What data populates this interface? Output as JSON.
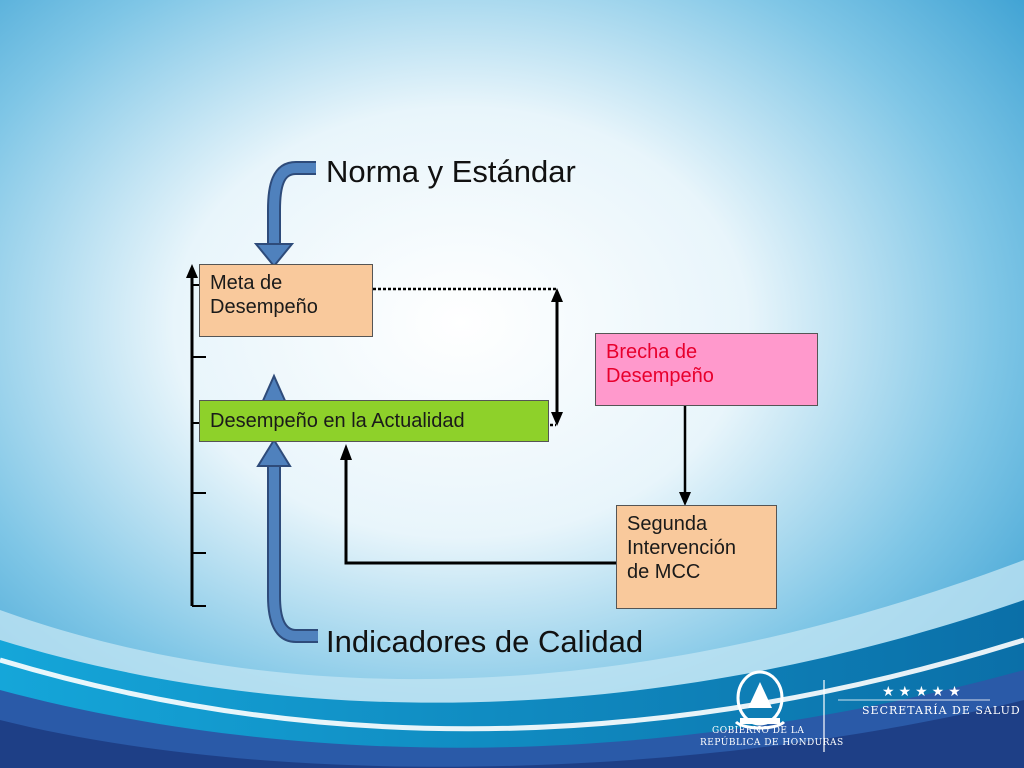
{
  "slide": {
    "top_label": "Norma y Estándar",
    "bottom_label": "Indicadores de Calidad",
    "boxes": {
      "meta": [
        "Meta de",
        "Desempeño"
      ],
      "actual": "Desempeño en la Actualidad",
      "brecha": [
        "Brecha de",
        "Desempeño"
      ],
      "segunda": [
        "Segunda",
        "Intervención",
        "de MCC"
      ]
    }
  },
  "footer": {
    "gobierno_line1": "GOBIERNO DE LA",
    "gobierno_line2": "REPÚBLICA DE HONDURAS",
    "secretaria": "SECRETARÍA DE SALUD",
    "stars": "★★★★★"
  },
  "colors": {
    "meta_fill": "#f9c99c",
    "actual_fill": "#8ed12a",
    "brecha_fill": "#ff99cc",
    "brecha_text": "#e8002d",
    "arrow_blue": "#4f81bd"
  }
}
